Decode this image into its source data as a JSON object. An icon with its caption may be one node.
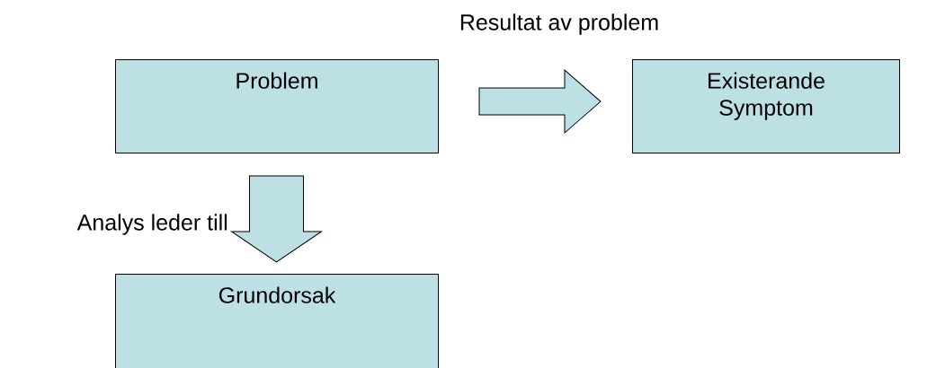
{
  "diagram": {
    "nodes": [
      {
        "text": [
          "Problem"
        ]
      },
      {
        "text": [
          "Existerande Symptom"
        ]
      },
      {
        "text": [
          "Grundorsak"
        ]
      }
    ],
    "edges": [
      {
        "from": 0,
        "to": 1,
        "arrow": "to",
        "label": "Resultat av problem"
      },
      {
        "from": 0,
        "to": 2,
        "arrow": "to",
        "label": "Analys leder till"
      }
    ]
  }
}
